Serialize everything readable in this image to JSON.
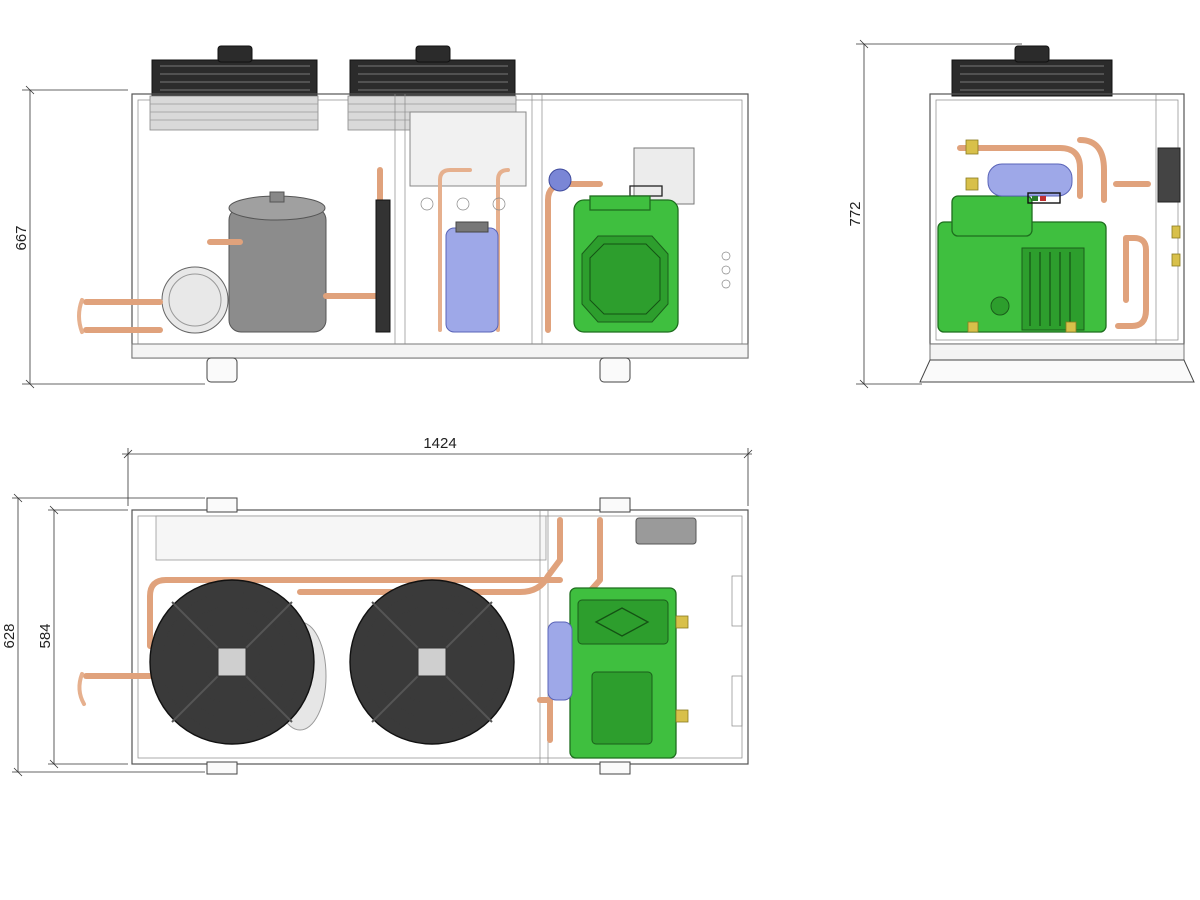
{
  "drawing": {
    "views": {
      "front_view": {
        "height_dim": "667"
      },
      "side_view": {
        "height_dim": "772"
      },
      "top_view": {
        "width_dim": "1424",
        "outer_depth_dim": "628",
        "inner_depth_dim": "584"
      }
    },
    "colors": {
      "copper": "#e0a27c",
      "compressor_green": "#3fbf3f",
      "receiver_blue": "#9ea8e8",
      "tank_grey": "#8c8c8c",
      "fan_black": "#2b2b2b"
    }
  }
}
